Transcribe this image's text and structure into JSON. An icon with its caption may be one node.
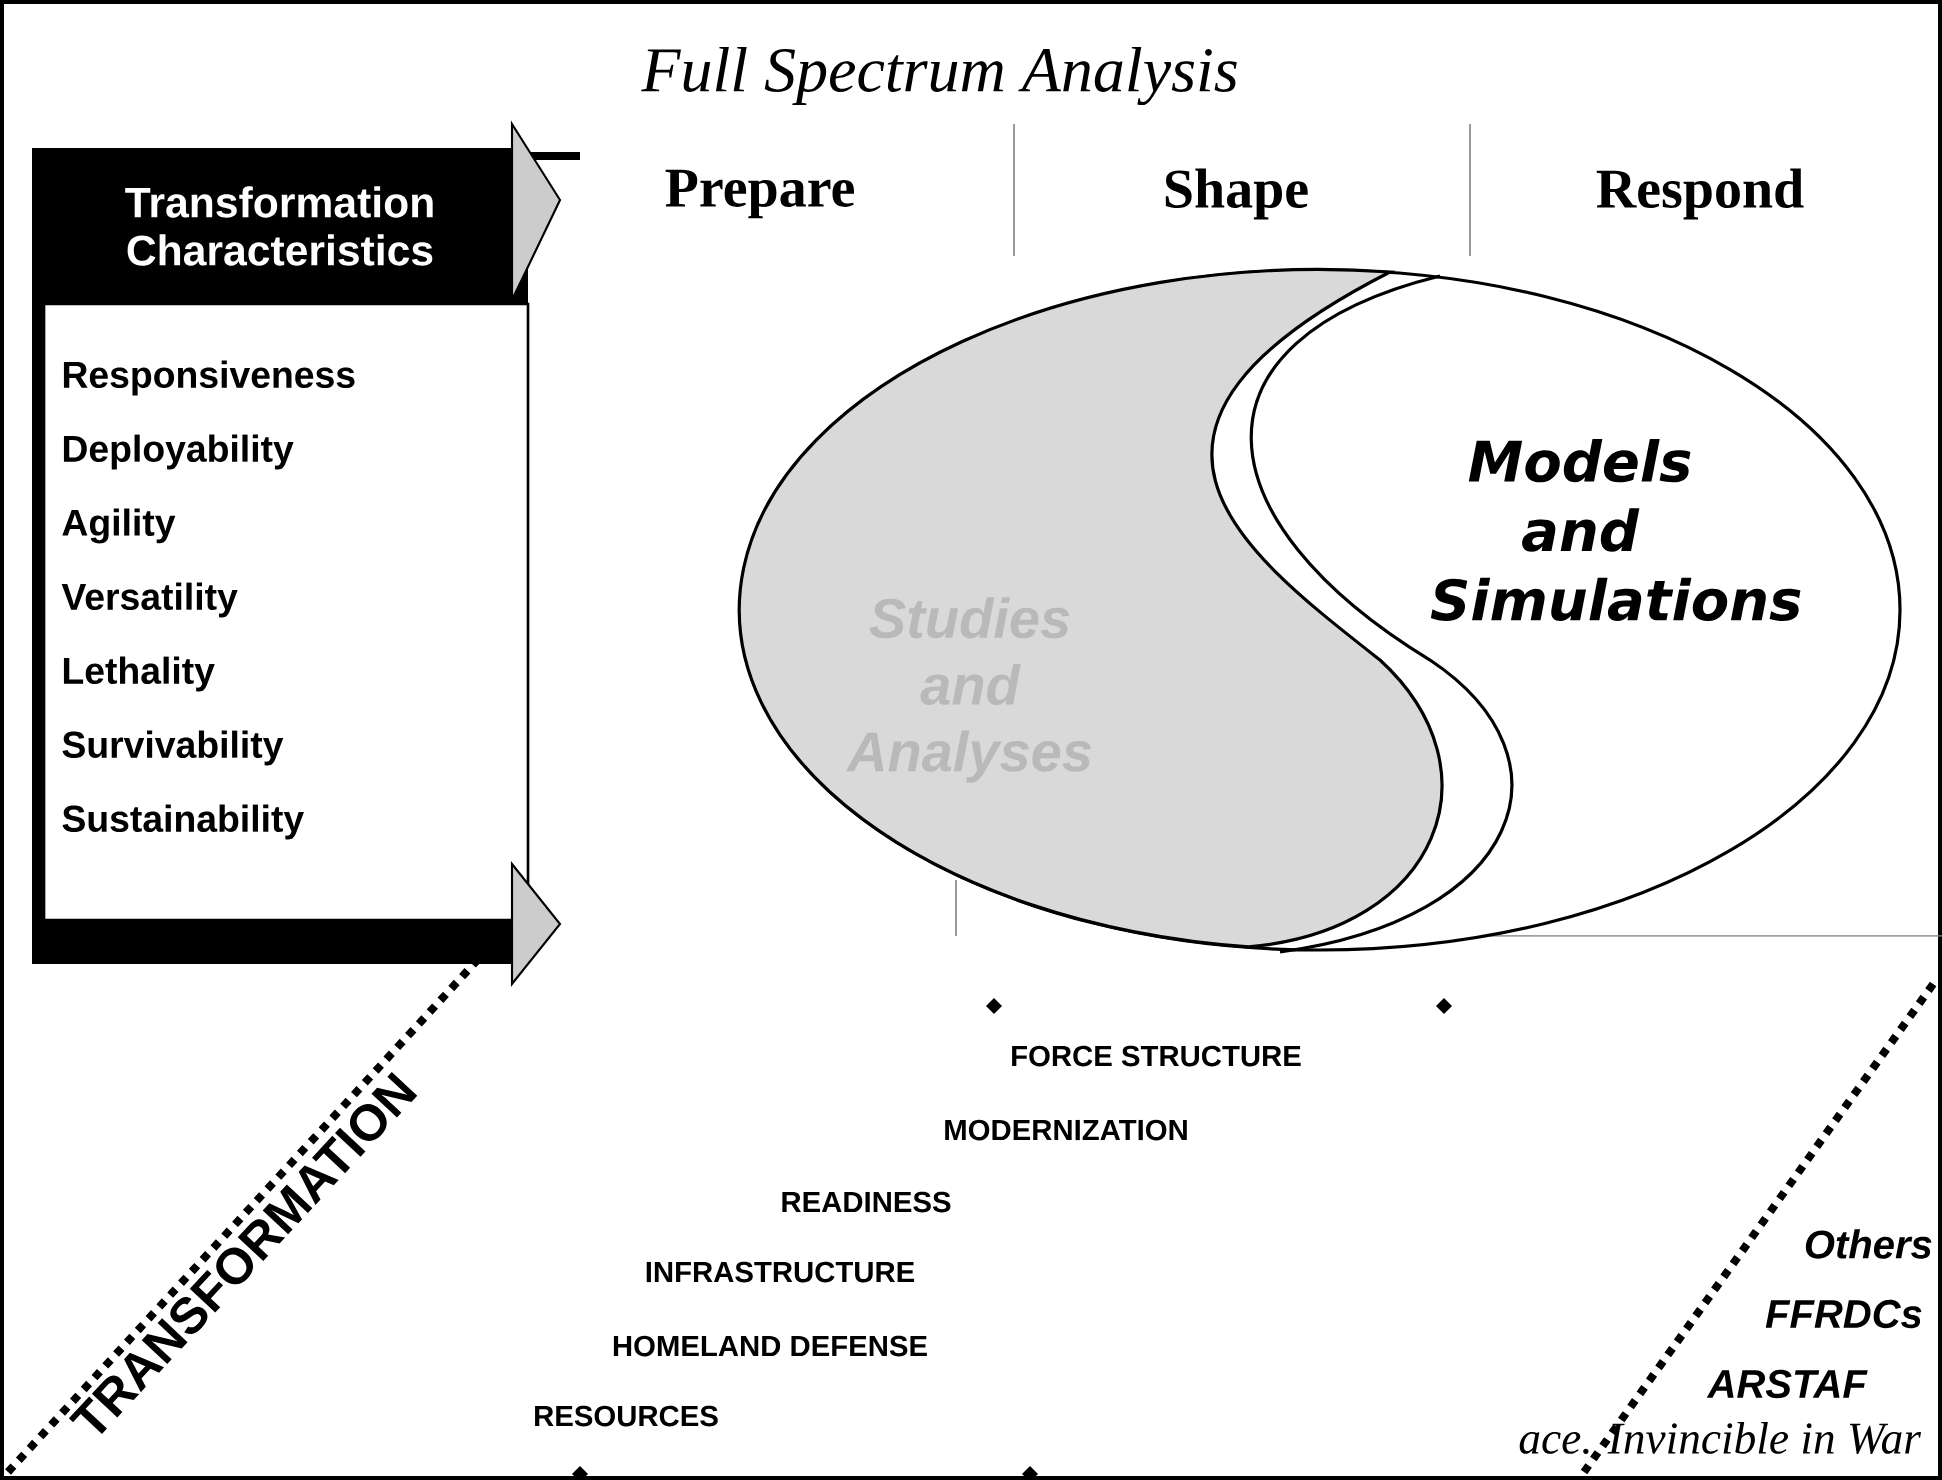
{
  "diagram": {
    "title": "Full Spectrum Analysis",
    "nodes": [
      {
        "text": [
          "Transformation Characteristics",
          "Responsiveness",
          "Deployability",
          "Agility",
          "Versatility",
          "Lethality",
          "Survivability",
          "Sustainability"
        ]
      },
      {
        "text": [
          "Studies and Analyses"
        ]
      },
      {
        "text": [
          "Models and Simulations"
        ]
      }
    ],
    "labels": [
      "Prepare",
      "Shape",
      "Respond",
      "TRANSFORMATION",
      "FORCE STRUCTURE",
      "MODERNIZATION",
      "READINESS",
      "INFRASTRUCTURE",
      "HOMELAND DEFENSE",
      "RESOURCES",
      "Others",
      "FFRDCs",
      "ARSTAF",
      "ace. Invincible in War"
    ]
  }
}
